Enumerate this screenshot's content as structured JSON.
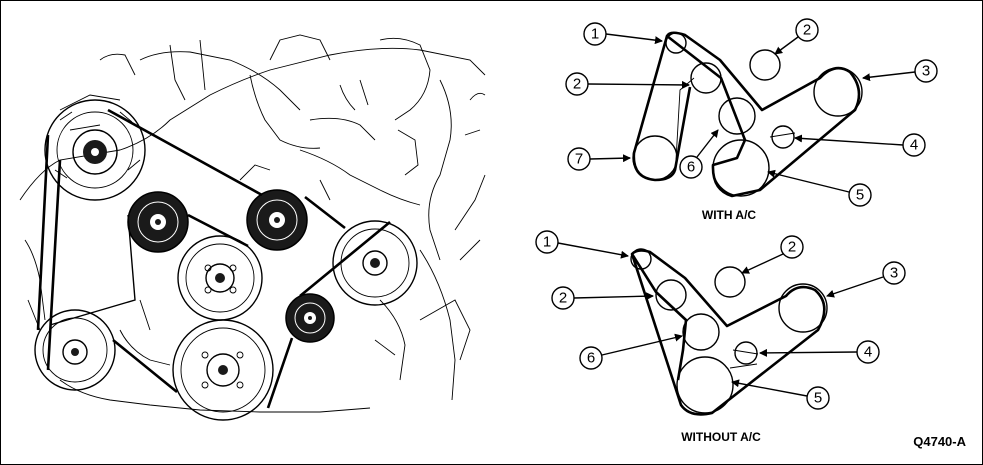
{
  "diagrams": [
    {
      "caption": "WITH A/C",
      "callouts": [
        "1",
        "2",
        "2",
        "3",
        "4",
        "5",
        "6",
        "7"
      ]
    },
    {
      "caption": "WITHOUT A/C",
      "callouts": [
        "1",
        "2",
        "2",
        "3",
        "4",
        "5",
        "6"
      ]
    }
  ],
  "figure_id": "Q4740-A",
  "colors": {
    "ink": "#000000",
    "paper": "#ffffff",
    "pulley_dark": "#1a1a1a"
  }
}
